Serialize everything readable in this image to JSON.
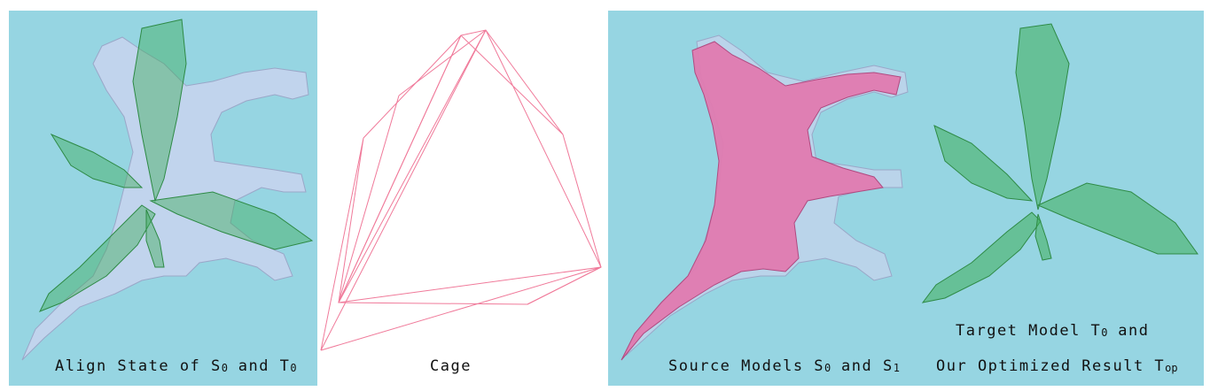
{
  "panels": {
    "align": {
      "caption_prefix": "Align State of S",
      "s_sub": "0",
      "caption_mid": " and T",
      "t_sub": "0"
    },
    "cage": {
      "caption": "Cage"
    },
    "source": {
      "caption_prefix": "Source Models S",
      "s0_sub": "0",
      "caption_mid": " and S",
      "s1_sub": "1"
    },
    "target": {
      "line1_prefix": "Target Model T",
      "t0_sub": "0",
      "line1_suffix": " and",
      "line2_prefix": "Our Optimized Result T",
      "top_sub": "op"
    }
  },
  "colors": {
    "panel_bg": "#96d5e2",
    "horse": "#c9d3ee",
    "horse_pink": "#e07ab0",
    "plant": "#3fae5a",
    "cage_line": "#f07a9a"
  }
}
